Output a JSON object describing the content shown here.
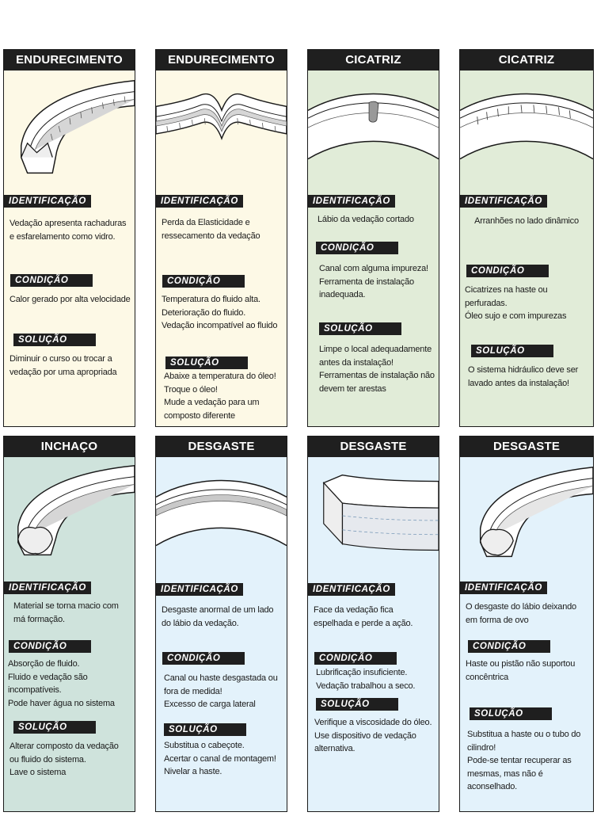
{
  "colors": {
    "cream": "#fdf9e6",
    "green": "#e1ecd8",
    "teal": "#cfe3dc",
    "blue": "#e3f2fb",
    "dark": "#1f1f1f"
  },
  "cards": [
    {
      "title": "ENDURECIMENTO",
      "illustration": "seal-half-ring-cracked",
      "identificacao_label": "IDENTIFICAÇÃO",
      "identificacao_text": "Vedação apresenta rachaduras\ne esfarelamento como vidro.",
      "condicao_label": "CONDIÇÃO",
      "condicao_text": "Calor gerado por alta velocidade",
      "solucao_label": "SOLUÇÃO",
      "solucao_text": "Diminuir o curso ou trocar a\nvedação por uma apropriada"
    },
    {
      "title": "ENDURECIMENTO",
      "illustration": "seal-wavy-band-cracked",
      "identificacao_label": "IDENTIFICAÇÃO",
      "identificacao_text": "Perda da Elasticidade e\nressecamento da vedação",
      "condicao_label": "CONDIÇÃO",
      "condicao_text": "Temperatura do fluido  alta.\nDeterioração do fluido.\nVedação incompatível ao fluido",
      "solucao_label": "SOLUÇÃO",
      "solucao_text": "Abaixe a temperatura do óleo!\nTroque o óleo!\nMude a vedação para um\ncomposto diferente"
    },
    {
      "title": "CICATRIZ",
      "illustration": "seal-arc-cut-lip",
      "identificacao_label": "IDENTIFICAÇÃO",
      "identificacao_text": "Lábio da vedação cortado",
      "condicao_label": "CONDIÇÃO",
      "condicao_text": "Canal com alguma impureza!\nFerramenta de instalação\ninadequada.",
      "solucao_label": "SOLUÇÃO",
      "solucao_text": "Limpe o local adequadamente\nantes da instalação!\nFerramentas de instalação não\ndevem ter arestas"
    },
    {
      "title": "CICATRIZ",
      "illustration": "seal-arc-scratched",
      "identificacao_label": "IDENTIFICAÇÃO",
      "identificacao_text": "Arranhões no lado dinâmico",
      "condicao_label": "CONDIÇÃO",
      "condicao_text": "Cicatrizes na haste ou perfuradas.\nÓleo sujo e com impurezas",
      "solucao_label": "SOLUÇÃO",
      "solucao_text": "O sistema hidráulico deve ser\nlavado antes da instalação!"
    },
    {
      "title": "INCHAÇO",
      "illustration": "seal-half-ring-swollen",
      "identificacao_label": "IDENTIFICAÇÃO",
      "identificacao_text": "Material se torna macio com\nmá formação.",
      "condicao_label": "CONDIÇÃO",
      "condicao_text": "Absorção de fluido.\nFluido e vedação são\nincompatíveis.\nPode haver água no sistema",
      "solucao_label": "SOLUÇÃO",
      "solucao_text": "Alterar composto da vedação\nou fluido do sistema.\nLave o sistema"
    },
    {
      "title": "DESGASTE",
      "illustration": "seal-arc-worn-side",
      "identificacao_label": "IDENTIFICAÇÃO",
      "identificacao_text": "Desgaste anormal de um lado\ndo lábio da vedação.",
      "condicao_label": "CONDIÇÃO",
      "condicao_text": "Canal ou haste desgastada ou\nfora de medida!\nExcesso de carga lateral",
      "solucao_label": "SOLUÇÃO",
      "solucao_text": "Substitua o cabeçote.\nAcertar o canal  de montagem!\nNivelar a haste."
    },
    {
      "title": "DESGASTE",
      "illustration": "seal-block-polished-face",
      "identificacao_label": "IDENTIFICAÇÃO",
      "identificacao_text": "Face da vedação fica\nespelhada e perde a ação.",
      "condicao_label": "CONDIÇÃO",
      "condicao_text": "Lubrificação insuficiente.\nVedação trabalhou a seco.",
      "solucao_label": "SOLUÇÃO",
      "solucao_text": "Verifique a viscosidade do óleo.\nUse dispositivo de vedação\nalternativa."
    },
    {
      "title": "DESGASTE",
      "illustration": "seal-half-ring-egg-shaped",
      "identificacao_label": "IDENTIFICAÇÃO",
      "identificacao_text": "O desgaste do lábio deixando\nem forma de ovo",
      "condicao_label": "CONDIÇÃO",
      "condicao_text": "Haste ou pistão não suportou\nconcêntrica",
      "solucao_label": "SOLUÇÃO",
      "solucao_text": "Substitua a haste ou o tubo do\ncilindro!\nPode-se tentar recuperar as\nmesmas, mas não é\naconselhado."
    }
  ]
}
